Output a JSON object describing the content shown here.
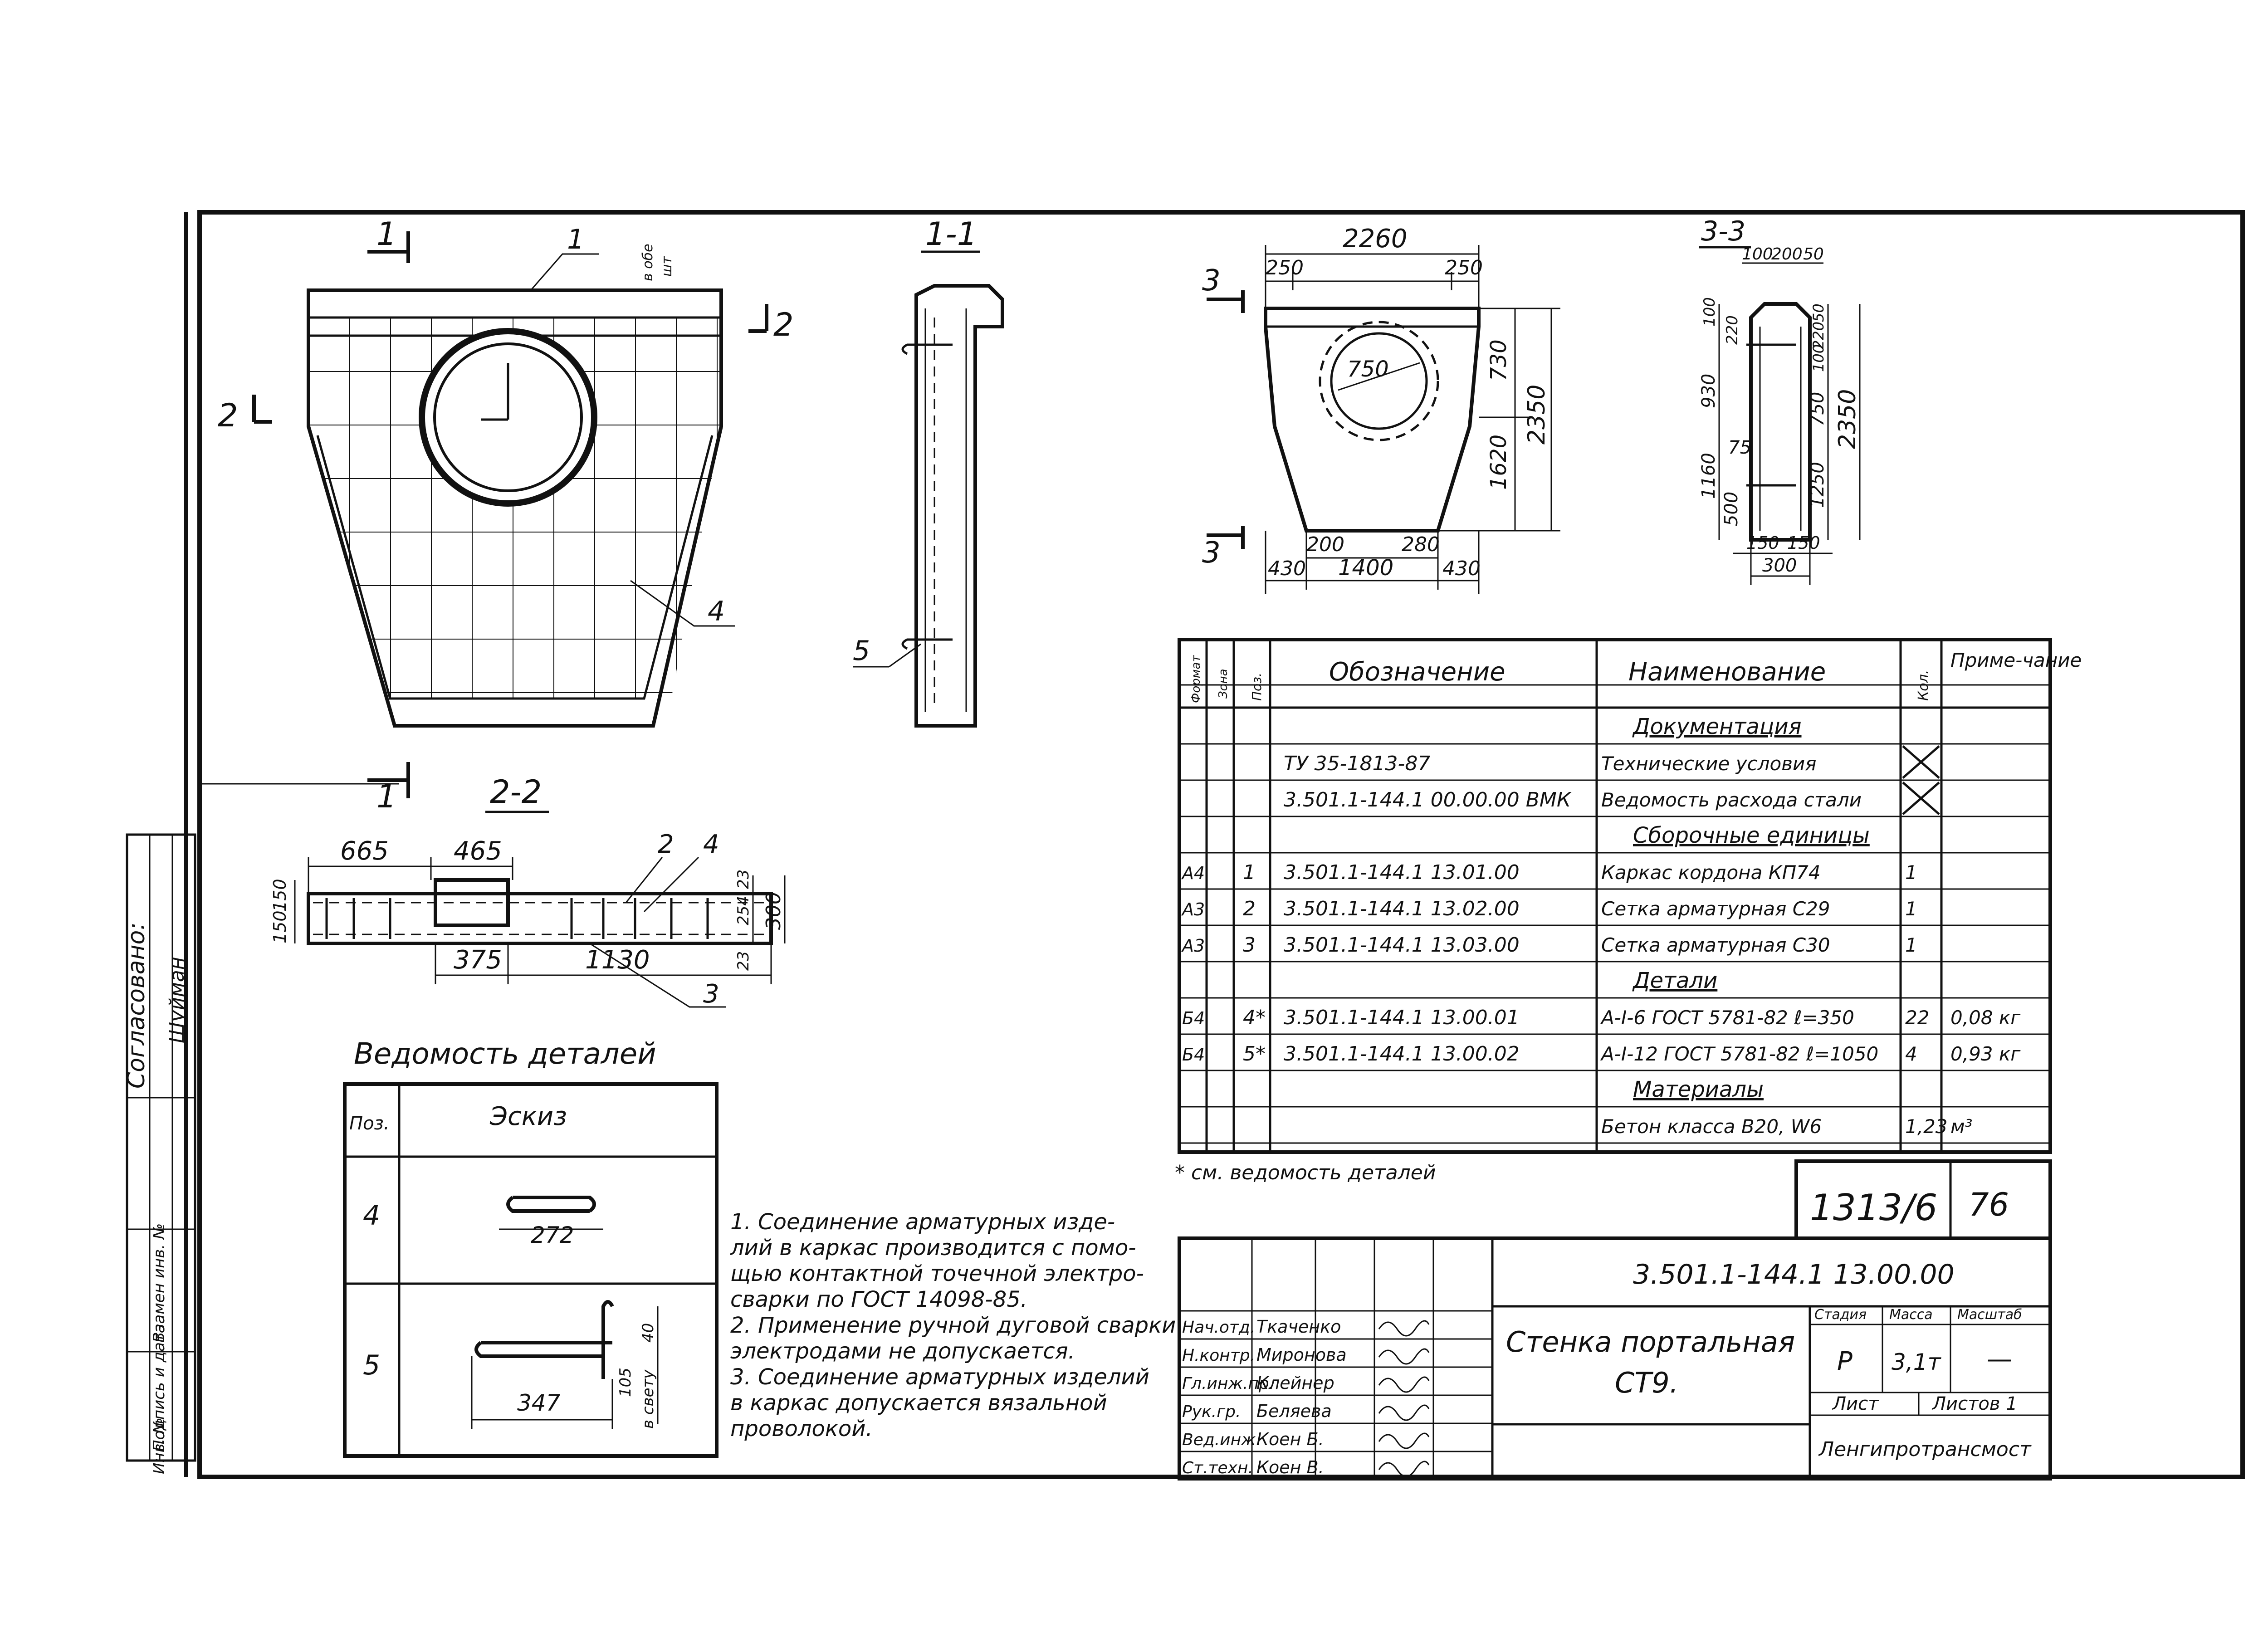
{
  "views": {
    "section_marks": {
      "s1": "1",
      "s2": "2",
      "s3": "3"
    },
    "titles": {
      "v11": "1-1",
      "v22": "2-2",
      "v33": "3-3"
    },
    "front": {
      "pos1": "1",
      "pos4": "4",
      "note_vertical": "в обе",
      "note_sub": "шт"
    },
    "side": {
      "pos5": "5"
    },
    "outline": {
      "top_width": "2260",
      "left_ext": "250",
      "right_ext": "250",
      "hole": "750",
      "upper_h": "730",
      "lower_h": "1620",
      "total_h": "2350",
      "btm_left": "200",
      "btm_right": "280",
      "base_left": "430",
      "base_mid": "1400",
      "base_right": "430"
    },
    "section33": {
      "top_a": "100",
      "top_b": "200",
      "top_c": "50",
      "left_1": "100",
      "left_2": "220",
      "left_3": "930",
      "left_4": "1160",
      "left_5": "500",
      "right_1": "50",
      "right_2": "220",
      "right_3": "100",
      "right_4": "750",
      "right_5": "1250",
      "mid_75": "75",
      "total": "2350",
      "btm_a": "150",
      "btm_b": "150",
      "btm_total": "300"
    },
    "section22": {
      "d665": "665",
      "d465": "465",
      "d375": "375",
      "d1130": "1130",
      "left_a": "150",
      "left_b": "150",
      "right_a": "23",
      "right_b": "254",
      "right_c": "23",
      "total": "300",
      "pos2": "2",
      "pos4": "4",
      "pos3": "3"
    }
  },
  "spec": {
    "headers": {
      "format": "Формат",
      "zone": "Зона",
      "pos": "Поз.",
      "designation": "Обозначение",
      "name": "Наименование",
      "qty": "Кол.",
      "note": "Приме-чание"
    },
    "rows": [
      {
        "format": "",
        "pos": "",
        "designation": "",
        "name": "Документация",
        "qty": "",
        "note": "",
        "heading": true
      },
      {
        "format": "",
        "pos": "",
        "designation": "ТУ 35-1813-87",
        "name": "Технические условия",
        "qty": "",
        "note": "",
        "cross": true
      },
      {
        "format": "",
        "pos": "",
        "designation": "3.501.1-144.1  00.00.00 ВМК",
        "name": "Ведомость расхода стали",
        "qty": "",
        "note": "",
        "cross": true
      },
      {
        "format": "",
        "pos": "",
        "designation": "",
        "name": "Сборочные единицы",
        "qty": "",
        "note": "",
        "heading": true
      },
      {
        "format": "А4",
        "pos": "1",
        "designation": "3.501.1-144.1  13.01.00",
        "name": "Каркас кордона КП74",
        "qty": "1",
        "note": ""
      },
      {
        "format": "А3",
        "pos": "2",
        "designation": "3.501.1-144.1  13.02.00",
        "name": "Сетка арматурная С29",
        "qty": "1",
        "note": ""
      },
      {
        "format": "А3",
        "pos": "3",
        "designation": "3.501.1-144.1  13.03.00",
        "name": "Сетка арматурная С30",
        "qty": "1",
        "note": ""
      },
      {
        "format": "",
        "pos": "",
        "designation": "",
        "name": "Детали",
        "qty": "",
        "note": "",
        "heading": true
      },
      {
        "format": "Б4",
        "pos": "4*",
        "designation": "3.501.1-144.1  13.00.01",
        "name": "А-I-6 ГОСТ 5781-82  ℓ=350",
        "qty": "22",
        "note": "0,08 кг"
      },
      {
        "format": "Б4",
        "pos": "5*",
        "designation": "3.501.1-144.1  13.00.02",
        "name": "А-I-12 ГОСТ 5781-82  ℓ=1050",
        "qty": "4",
        "note": "0,93 кг"
      },
      {
        "format": "",
        "pos": "",
        "designation": "",
        "name": "Материалы",
        "qty": "",
        "note": "",
        "heading": true
      },
      {
        "format": "",
        "pos": "",
        "designation": "",
        "name": "Бетон класса В20, W6",
        "qty": "1,23",
        "note": "м³"
      }
    ],
    "footnote": "* см. ведомость деталей"
  },
  "details": {
    "title": "Ведомость деталей",
    "headers": {
      "pos": "Поз.",
      "sketch": "Эскиз"
    },
    "rows": [
      {
        "pos": "4",
        "dims": {
          "length": "272"
        }
      },
      {
        "pos": "5",
        "dims": {
          "length": "347",
          "h1": "40",
          "h2": "105",
          "note": "в свету"
        }
      }
    ]
  },
  "notes": [
    "1. Соединение арматурных изде-",
    "лий в каркас производится с помо-",
    "щью контактной точечной электро-",
    "сварки по ГОСТ 14098-85.",
    "2. Применение ручной дуговой сварки",
    "электродами не допускается.",
    "3. Соединение арматурных изделий",
    "в каркас допускается вязальной",
    "проволокой."
  ],
  "side_stamp": {
    "agreed": "Согласовано:",
    "name": "Шуйман",
    "labels": [
      "Подпись и дата",
      "Взамен инв. №",
      "Инв. №"
    ]
  },
  "title_block": {
    "archive_no": "1313/6",
    "archive_sheet": "76",
    "designation": "3.501.1-144.1  13.00.00",
    "title_line1": "Стенка портальная",
    "title_line2": "СТ9.",
    "stage_label": "Стадия",
    "mass_label": "Масса",
    "scale_label": "Масштаб",
    "stage": "Р",
    "mass": "3,1т",
    "scale": "—",
    "sheet_label": "Лист",
    "sheets_label": "Листов 1",
    "org": "Ленгипротрансмост",
    "people": [
      {
        "role": "Нач.отд.",
        "name": "Ткаченко"
      },
      {
        "role": "Н.контр.",
        "name": "Миронова"
      },
      {
        "role": "Гл.инж.пр.",
        "name": "Клейнер"
      },
      {
        "role": "Рук.гр.",
        "name": "Беляева"
      },
      {
        "role": "Вед.инж.",
        "name": "Коен Б."
      },
      {
        "role": "Ст.техн.",
        "name": "Коен В."
      }
    ]
  }
}
